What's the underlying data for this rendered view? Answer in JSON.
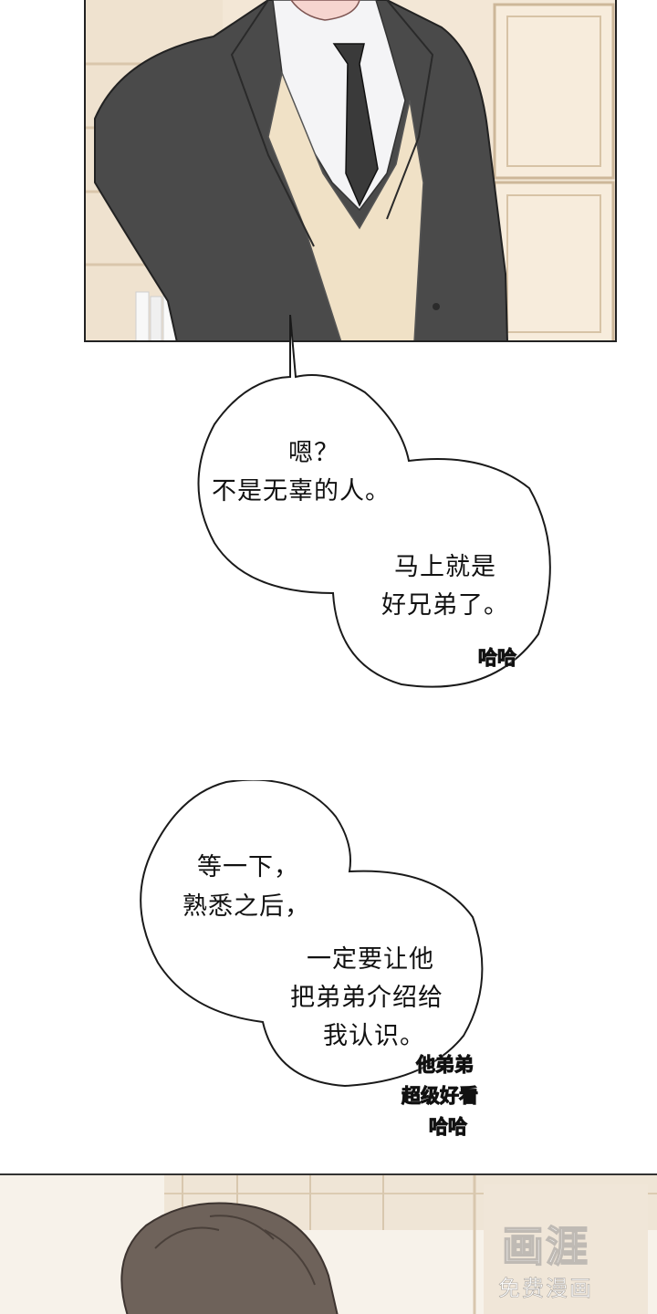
{
  "bubble1": {
    "line1": "嗯？",
    "line2": "不是无辜的人。",
    "line3": "马上就是",
    "line4": "好兄弟了。",
    "sfx": "哈哈"
  },
  "bubble2": {
    "line1": "等一下，",
    "line2": "熟悉之后，",
    "line3": "一定要让他",
    "line4": "把弟弟介绍给",
    "line5": "我认识。",
    "sfx1": "他弟弟",
    "sfx2": "超级好看",
    "sfx3": "哈哈"
  },
  "watermark": {
    "main": "画涯",
    "sub": "免费漫画"
  }
}
